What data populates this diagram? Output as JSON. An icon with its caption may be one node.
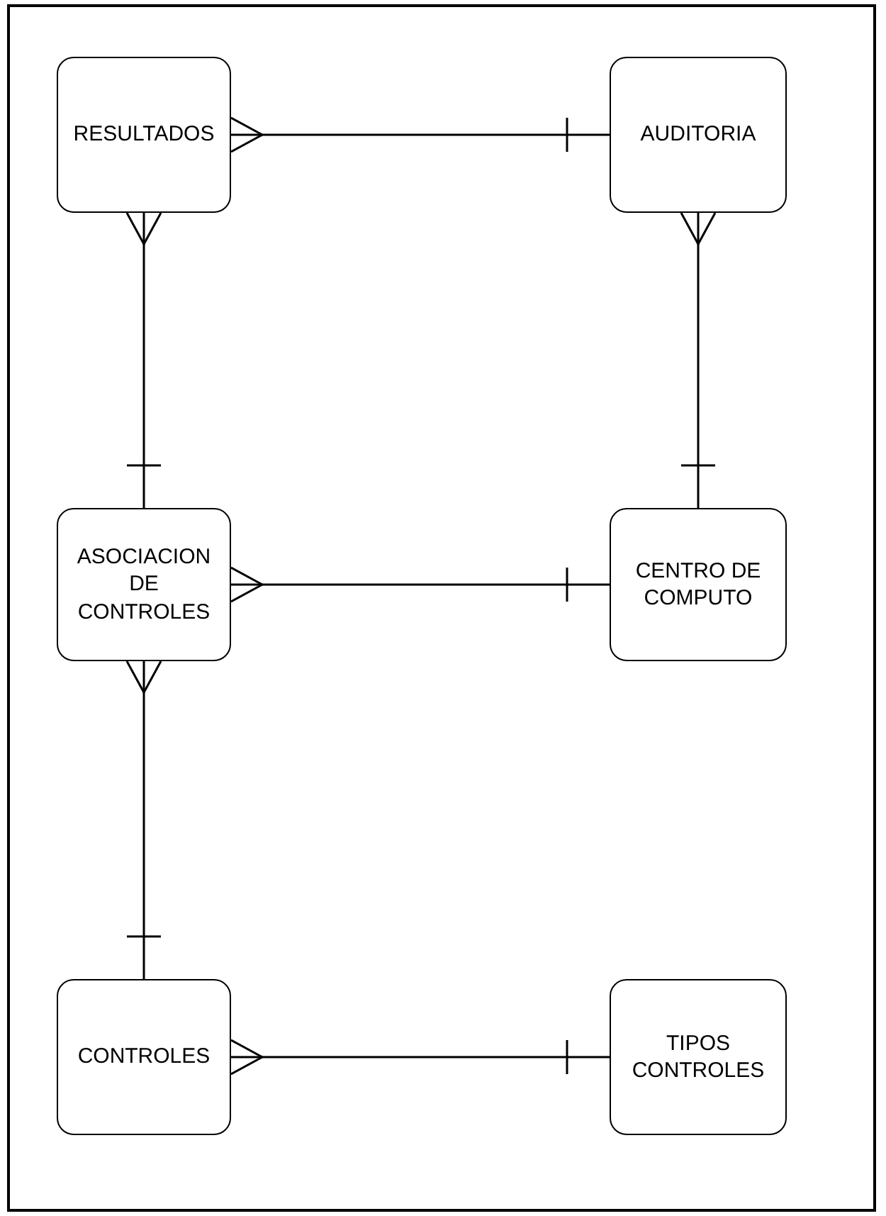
{
  "diagram": {
    "nodes": [
      {
        "text": [
          "RESULTADOS"
        ]
      },
      {
        "text": [
          "AUDITORIA"
        ]
      },
      {
        "text": [
          "ASOCIACION DE CONTROLES"
        ]
      },
      {
        "text": [
          "CENTRO DE COMPUTO"
        ]
      },
      {
        "text": [
          "CONTROLES"
        ]
      },
      {
        "text": [
          "TIPOS CONTROLES"
        ]
      }
    ],
    "edges": [
      {
        "from": 0,
        "to": 1,
        "arrow": "other"
      },
      {
        "from": 0,
        "to": 2,
        "arrow": "other"
      },
      {
        "from": 1,
        "to": 3,
        "arrow": "other"
      },
      {
        "from": 2,
        "to": 3,
        "arrow": "other"
      },
      {
        "from": 2,
        "to": 4,
        "arrow": "other"
      },
      {
        "from": 4,
        "to": 5,
        "arrow": "other"
      }
    ]
  }
}
